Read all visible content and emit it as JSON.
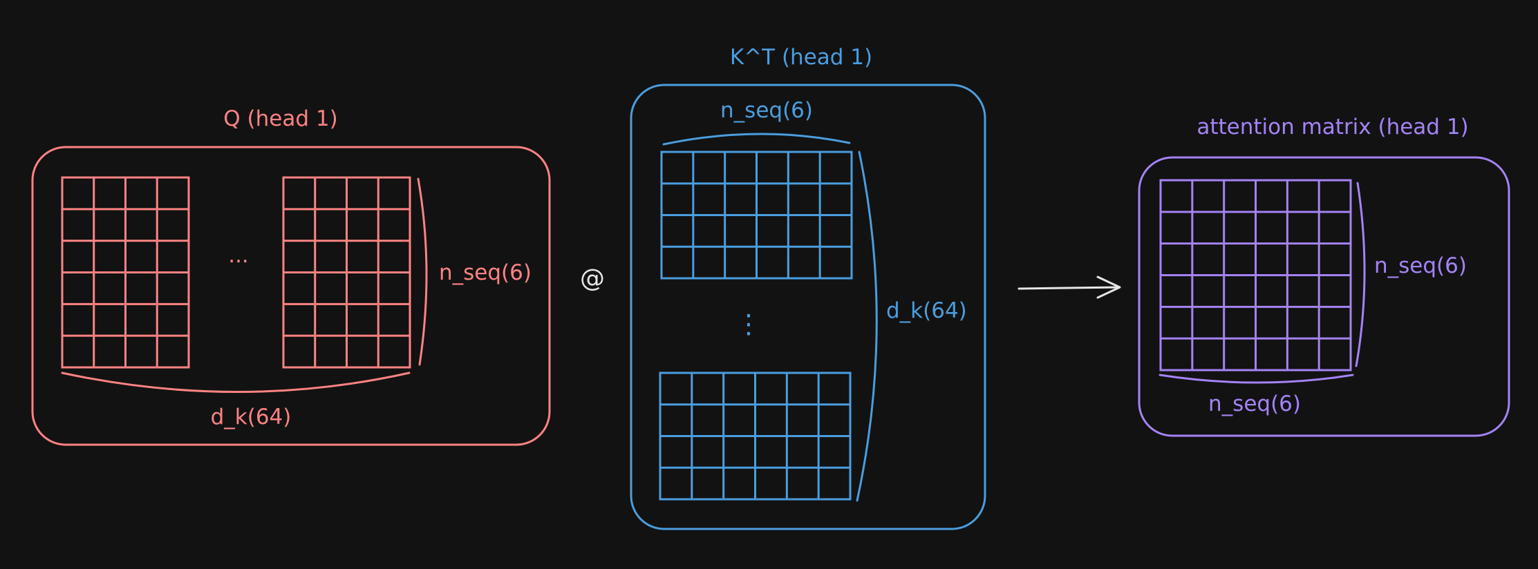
{
  "colors": {
    "background": "#121212",
    "q": "#ff8383",
    "kt": "#4a9ee0",
    "attn": "#a583f7",
    "operator": "#e6e6e6"
  },
  "q_panel": {
    "title": "Q (head 1)",
    "ellipsis": "...",
    "rows_label": "n_seq(6)",
    "cols_label": "d_k(64)",
    "grid_rows": 6,
    "grid_cols": 4
  },
  "operator": {
    "matmul": "@"
  },
  "kt_panel": {
    "title": "K^T (head 1)",
    "cols_label": "n_seq(6)",
    "rows_label": "d_k(64)",
    "ellipsis": "⋮",
    "grid_rows": 4,
    "grid_cols": 6
  },
  "attn_panel": {
    "title": "attention matrix (head 1)",
    "rows_label": "n_seq(6)",
    "cols_label": "n_seq(6)",
    "grid_rows": 6,
    "grid_cols": 6
  }
}
